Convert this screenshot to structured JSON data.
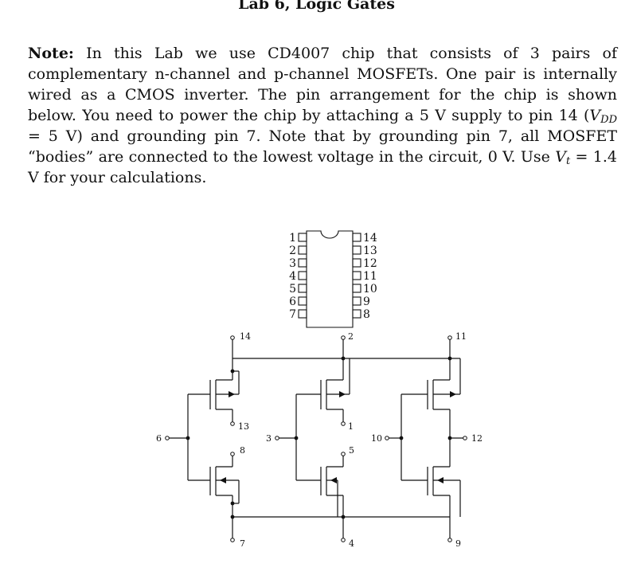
{
  "doc": {
    "title": "Lab 6, Logic Gates",
    "note_label": "Note:",
    "p1": " In this Lab we use CD4007 chip that consists of 3 pairs of complementary n-channel and p-channel MOSFETs. One pair is internally wired as a CMOS inverter. The pin arrangement for the chip is shown below. You need to power the chip by attaching a 5 V supply to pin 14 (",
    "vdd_symbol": "V",
    "vdd_sub": "DD",
    "p2": " = 5 V) and grounding pin 7. Note that by grounding pin 7, all MOSFET “bodies” are connected to the lowest voltage in the circuit, 0 V. Use ",
    "vt_symbol": "V",
    "vt_sub": "t",
    "p3": " = 1.4 V for your calculations."
  },
  "chip": {
    "left_pins": [
      "1",
      "2",
      "3",
      "4",
      "5",
      "6",
      "7"
    ],
    "right_pins": [
      "14",
      "13",
      "12",
      "11",
      "10",
      "9",
      "8"
    ]
  },
  "circuit": {
    "top_pins": [
      "14",
      "2",
      "11"
    ],
    "mid_pins": [
      "13",
      "1",
      "8",
      "5"
    ],
    "input_pins": [
      "6",
      "3",
      "10"
    ],
    "output_pin": "12",
    "bottom_pins": [
      "7",
      "4",
      "9"
    ]
  }
}
